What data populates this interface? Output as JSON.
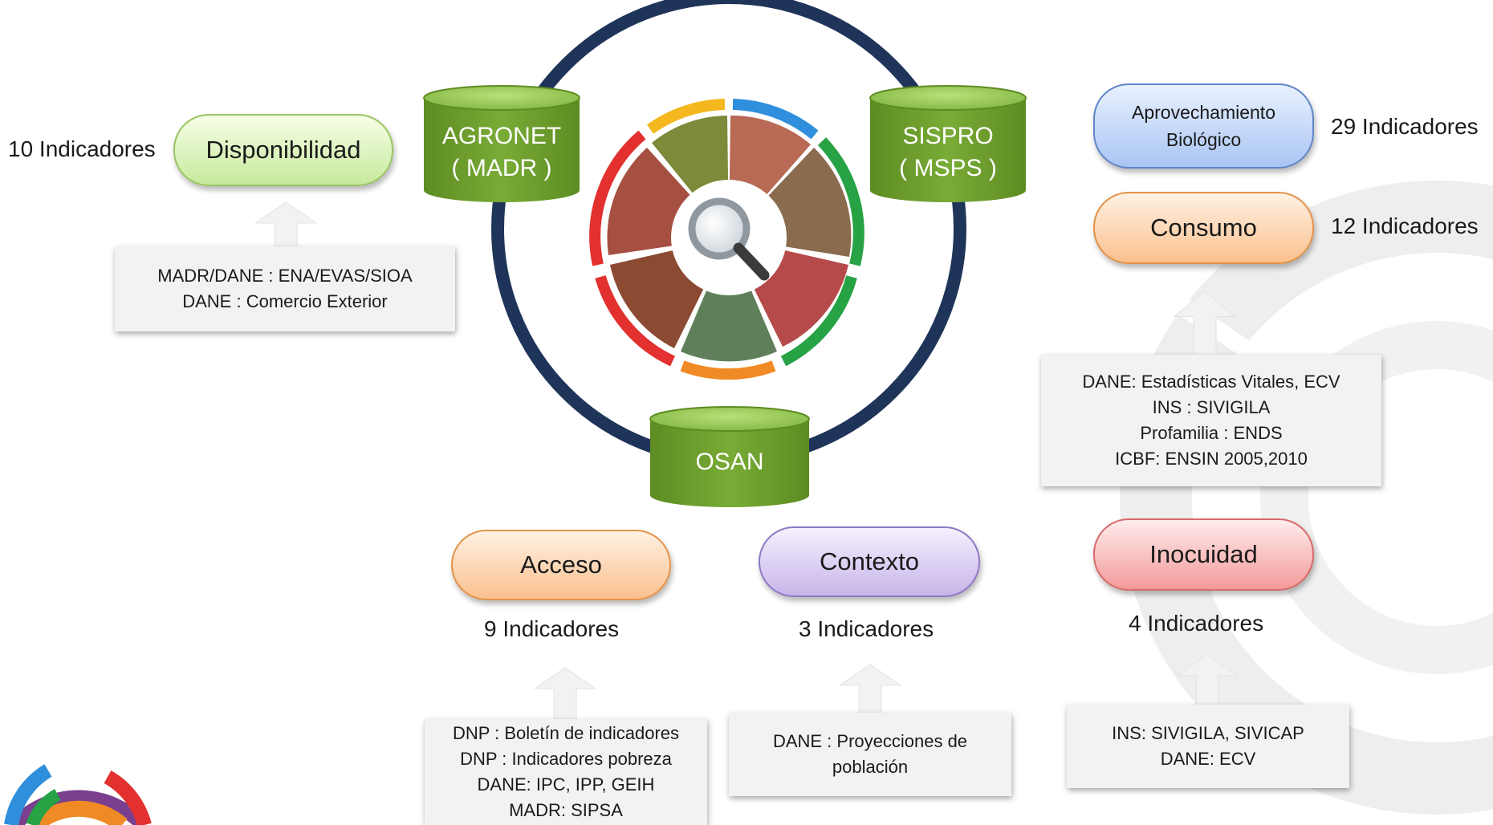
{
  "colors": {
    "ring": "#1f3459",
    "db_green": "#6e9e2c",
    "db_green_top": "#9ccd5c"
  },
  "databases": {
    "agronet": {
      "line1": "AGRONET",
      "line2": "( MADR )"
    },
    "sispro": {
      "line1": "SISPRO",
      "line2": "( MSPS )"
    },
    "osan": {
      "line1": "OSAN"
    }
  },
  "center_icon": "magnifier-icon",
  "dimensions": {
    "disponibilidad": {
      "label": "Disponibilidad",
      "count": "10 Indicadores",
      "sources": [
        "MADR/DANE : ENA/EVAS/SIOA",
        "DANE : Comercio Exterior"
      ]
    },
    "aprovechamiento": {
      "label_line1": "Aprovechamiento",
      "label_line2": "Biológico",
      "count": "29 Indicadores"
    },
    "consumo": {
      "label": "Consumo",
      "count": "12 Indicadores",
      "sources": [
        "DANE: Estadísticas Vitales, ECV",
        "INS : SIVIGILA",
        "Profamilia : ENDS",
        "ICBF: ENSIN 2005,2010"
      ]
    },
    "inocuidad": {
      "label": "Inocuidad",
      "count": "4 Indicadores",
      "sources": [
        "INS: SIVIGILA, SIVICAP",
        "DANE: ECV"
      ]
    },
    "acceso": {
      "label": "Acceso",
      "count": "9 Indicadores",
      "sources": [
        "DNP : Boletín de indicadores",
        "DNP : Indicadores pobreza",
        "DANE: IPC, IPP, GEIH",
        "MADR: SIPSA"
      ]
    },
    "contexto": {
      "label": "Contexto",
      "count": "3 Indicadores",
      "sources": [
        "DANE : Proyecciones de",
        "población"
      ]
    }
  }
}
